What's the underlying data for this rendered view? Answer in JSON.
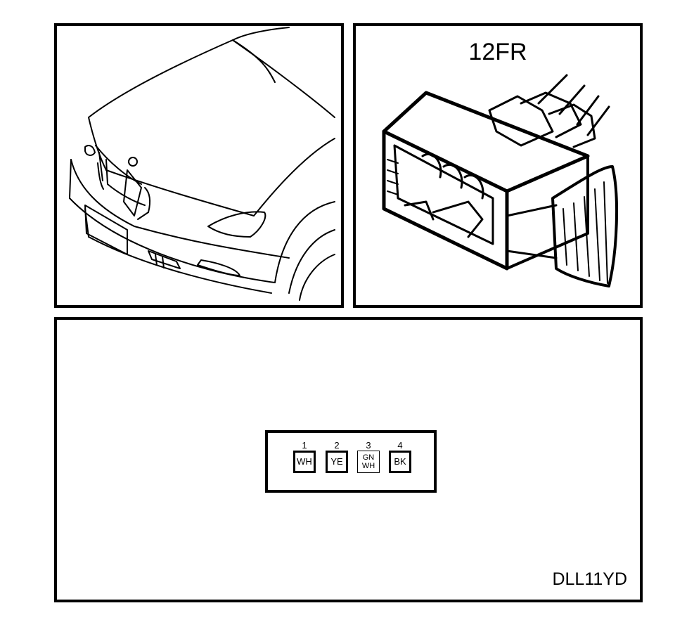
{
  "connector": {
    "id": "12FR",
    "figure_code": "DLL11YD"
  },
  "pinout": {
    "pins": [
      {
        "number": "1",
        "color": "WH"
      },
      {
        "number": "2",
        "color": "YE"
      },
      {
        "number": "3",
        "color_line1": "GN",
        "color_line2": "WH"
      },
      {
        "number": "4",
        "color": "BK"
      }
    ]
  }
}
